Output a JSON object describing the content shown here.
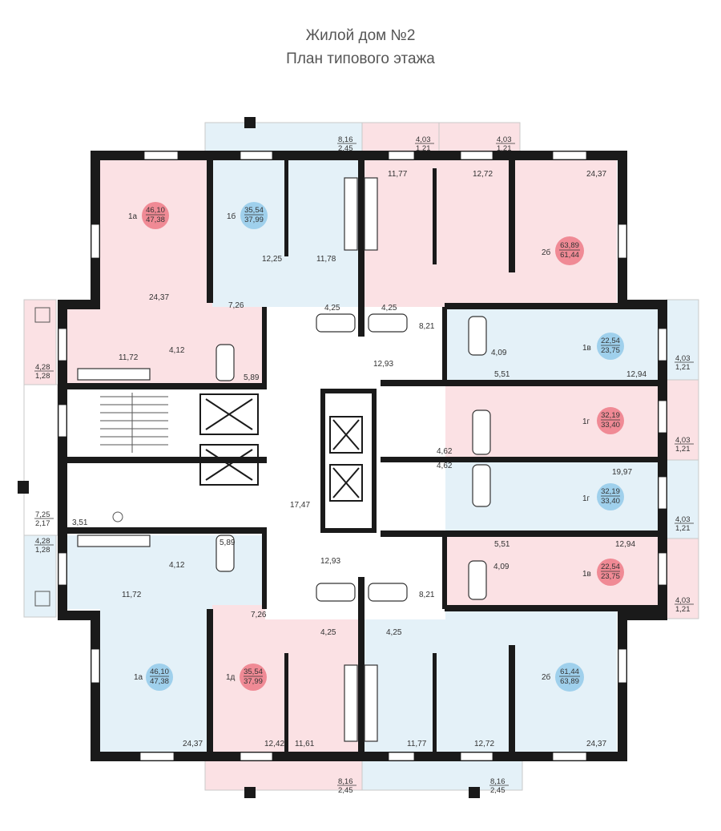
{
  "title": {
    "line1": "Жилой дом №2",
    "line2": "План типового этажа"
  },
  "colors": {
    "pink_fill": "#fbe1e4",
    "blue_fill": "#e4f1f8",
    "pink_circle": "#f08a95",
    "blue_circle": "#9fd0ec",
    "wall": "#1a1a1a",
    "corridor": "#ffffff"
  },
  "apartments": [
    {
      "id": "a1a-top",
      "type": "1а",
      "living": "46,10",
      "total": "47,38"
    },
    {
      "id": "a1b-top",
      "type": "1б",
      "living": "35,54",
      "total": "37,99"
    },
    {
      "id": "a2b-top",
      "type": "2б",
      "living": "63,89",
      "total": "61,44"
    },
    {
      "id": "a1v-top",
      "type": "1в",
      "living": "22,54",
      "total": "23,75"
    },
    {
      "id": "a1g-top",
      "type": "1г",
      "living": "32,19",
      "total": "33,40"
    },
    {
      "id": "a1g-bot",
      "type": "1г",
      "living": "32,19",
      "total": "33,40"
    },
    {
      "id": "a1v-bot",
      "type": "1в",
      "living": "22,54",
      "total": "23,75"
    },
    {
      "id": "a1a-bot",
      "type": "1а",
      "living": "46,10",
      "total": "47,38"
    },
    {
      "id": "a1d-bot",
      "type": "1д",
      "living": "35,54",
      "total": "37,99"
    },
    {
      "id": "a2b-bot",
      "type": "2б",
      "living": "61,44",
      "total": "63,89"
    }
  ],
  "room_areas": [
    "24,37",
    "12,25",
    "11,78",
    "7,26",
    "11,77",
    "12,72",
    "24,37",
    "4,25",
    "4,25",
    "11,72",
    "4,12",
    "5,89",
    "8,21",
    "4,09",
    "5,51",
    "12,94",
    "12,93",
    "4,62",
    "4,62",
    "19,97",
    "17,47",
    "3,51",
    "5,89",
    "4,12",
    "11,72",
    "12,93",
    "5,51",
    "12,94",
    "4,09",
    "8,21",
    "7,26",
    "4,25",
    "4,25",
    "24,37",
    "12,42",
    "11,61",
    "11,77",
    "12,72",
    "24,37"
  ],
  "balconies": [
    {
      "top": "8,16",
      "bottom": "2,45"
    },
    {
      "top": "4,03",
      "bottom": "1,21"
    },
    {
      "top": "4,03",
      "bottom": "1,21"
    },
    {
      "top": "4,28",
      "bottom": "1,28"
    },
    {
      "top": "4,03",
      "bottom": "1,21"
    },
    {
      "top": "4,03",
      "bottom": "1,21"
    },
    {
      "top": "7,25",
      "bottom": "2,17"
    },
    {
      "top": "4,03",
      "bottom": "1,21"
    },
    {
      "top": "4,28",
      "bottom": "1,28"
    },
    {
      "top": "4,03",
      "bottom": "1,21"
    },
    {
      "top": "8,16",
      "bottom": "2,45"
    },
    {
      "top": "8,16",
      "bottom": "2,45"
    }
  ]
}
